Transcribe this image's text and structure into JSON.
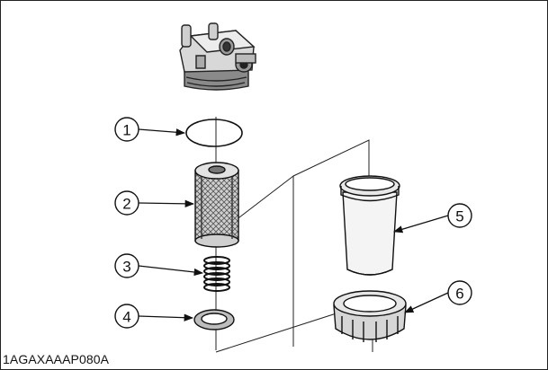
{
  "figure": {
    "code": "1AGAXAAAP080A",
    "callouts": [
      {
        "label": "1",
        "part": "o-ring"
      },
      {
        "label": "2",
        "part": "filter-element"
      },
      {
        "label": "3",
        "part": "spring"
      },
      {
        "label": "4",
        "part": "ring"
      },
      {
        "label": "5",
        "part": "filter-cup"
      },
      {
        "label": "6",
        "part": "retaining-ring-nut"
      }
    ]
  }
}
